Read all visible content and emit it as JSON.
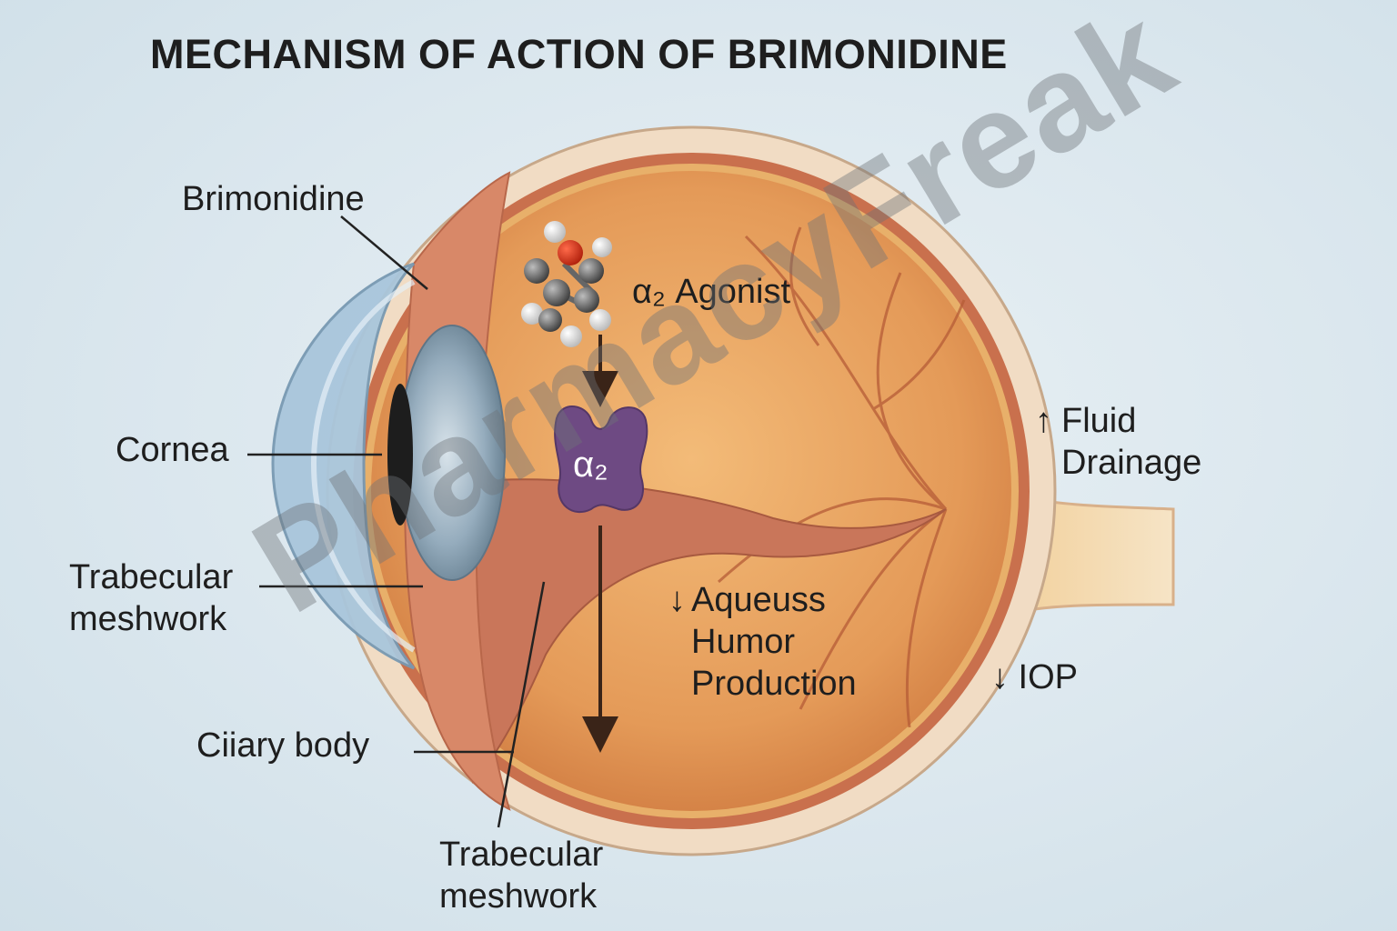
{
  "title": "MECHANISM OF ACTION OF BRIMONIDINE",
  "labels": {
    "brimonidine": "Brimonidine",
    "cornea": "Cornea",
    "trabecular_left_line1": "Trabecular",
    "trabecular_left_line2": "meshwork",
    "ciliary_body": "Ciiary body",
    "trabecular_bottom_line1": "Trabecular",
    "trabecular_bottom_line2": "meshwork",
    "agonist": "α₂ Agonist",
    "receptor": "α₂",
    "fluid_arrow": "↑",
    "fluid_line1": "Fluid",
    "fluid_line2": "Drainage",
    "aqueous_arrow": "↓",
    "aqueous_line1": "Aqueuss",
    "aqueous_line2": "Humor",
    "aqueous_line3": "Production",
    "iop": "↓ IOP"
  },
  "watermark": "PharmacyFreak",
  "colors": {
    "sclera": "#f1dcc4",
    "choroid": "#c96a4c",
    "vitreous": "#e39a5a",
    "receptor": "#6e4a83",
    "cornea": "#a9c6dc",
    "iris": "#8aa3b4"
  }
}
